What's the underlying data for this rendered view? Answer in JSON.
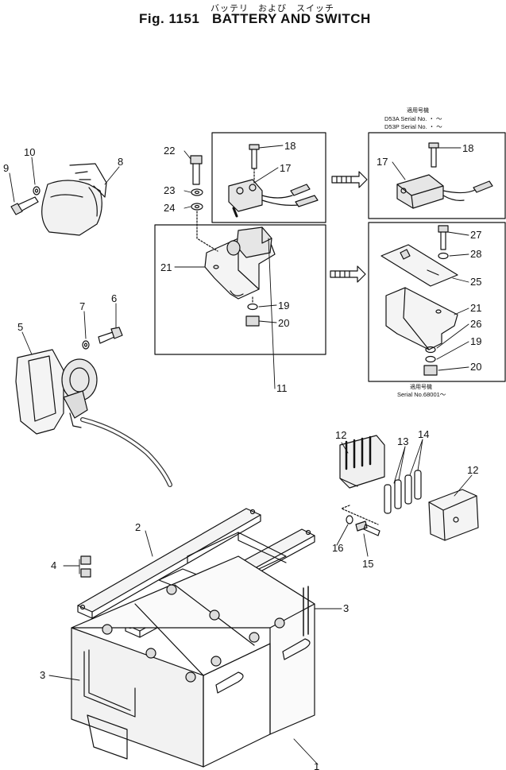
{
  "header": {
    "japanese": "バッテリ　および　スイッチ",
    "title": "Fig. 1151   BATTERY AND SWITCH"
  },
  "callouts": [
    {
      "id": "c1",
      "text": "1"
    },
    {
      "id": "c2",
      "text": "2"
    },
    {
      "id": "c3a",
      "text": "3"
    },
    {
      "id": "c3b",
      "text": "3"
    },
    {
      "id": "c4",
      "text": "4"
    },
    {
      "id": "c5",
      "text": "5"
    },
    {
      "id": "c6",
      "text": "6"
    },
    {
      "id": "c7",
      "text": "7"
    },
    {
      "id": "c8",
      "text": "8"
    },
    {
      "id": "c9",
      "text": "9"
    },
    {
      "id": "c10",
      "text": "10"
    },
    {
      "id": "c11",
      "text": "11"
    },
    {
      "id": "c12a",
      "text": "12"
    },
    {
      "id": "c12b",
      "text": "12"
    },
    {
      "id": "c13",
      "text": "13"
    },
    {
      "id": "c14",
      "text": "14"
    },
    {
      "id": "c15",
      "text": "15"
    },
    {
      "id": "c16",
      "text": "16"
    },
    {
      "id": "c17a",
      "text": "17"
    },
    {
      "id": "c17b",
      "text": "17"
    },
    {
      "id": "c18a",
      "text": "18"
    },
    {
      "id": "c18b",
      "text": "18"
    },
    {
      "id": "c19a",
      "text": "19"
    },
    {
      "id": "c19b",
      "text": "19"
    },
    {
      "id": "c20a",
      "text": "20"
    },
    {
      "id": "c20b",
      "text": "20"
    },
    {
      "id": "c21a",
      "text": "21"
    },
    {
      "id": "c21b",
      "text": "21"
    },
    {
      "id": "c22",
      "text": "22"
    },
    {
      "id": "c23",
      "text": "23"
    },
    {
      "id": "c24",
      "text": "24"
    },
    {
      "id": "c25",
      "text": "25"
    },
    {
      "id": "c26",
      "text": "26"
    },
    {
      "id": "c27",
      "text": "27"
    },
    {
      "id": "c28",
      "text": "28"
    }
  ],
  "notes": {
    "upper_jp": "適用号機",
    "upper_line1": "D53A  Serial No.   ・   ～",
    "upper_line2": "D53P  Serial No.   ・   ～",
    "lower_jp": "適用号機",
    "lower_line1": "Serial No.68001～"
  }
}
